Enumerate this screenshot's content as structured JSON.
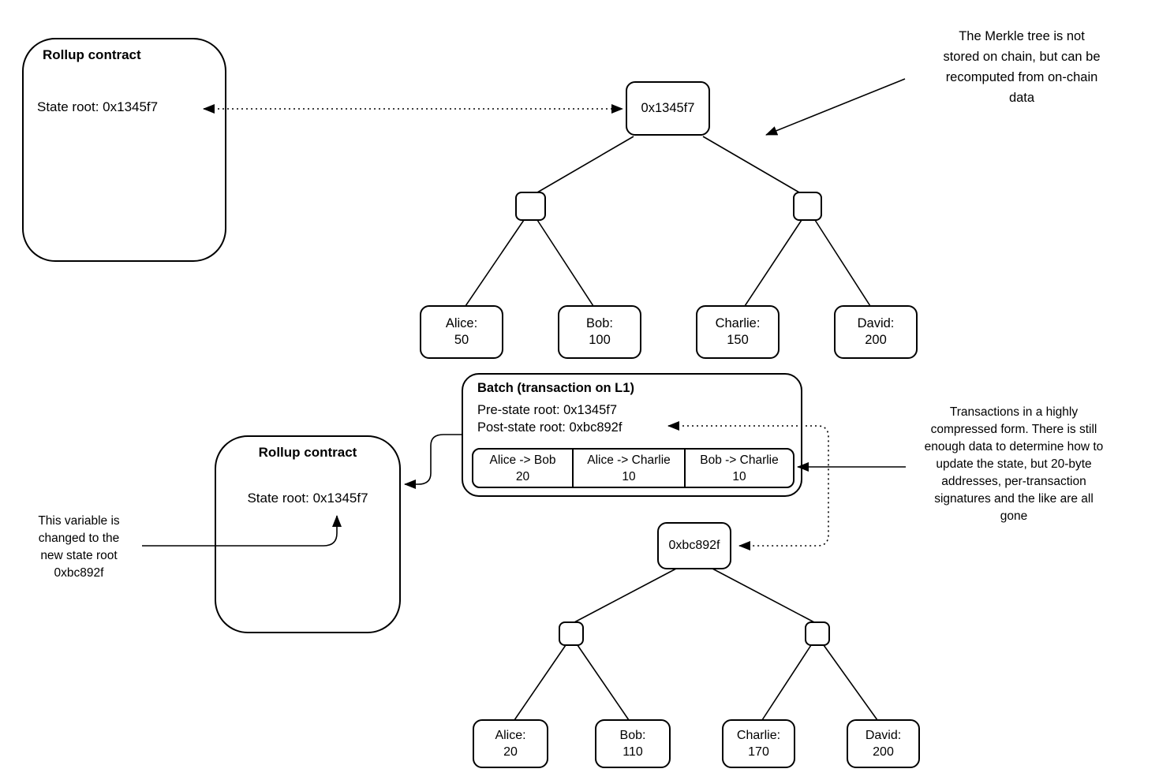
{
  "colors": {
    "stroke": "#000000",
    "background": "#ffffff"
  },
  "rollup_contract_top": {
    "title": "Rollup contract",
    "state_root": "State root: 0x1345f7"
  },
  "annotation_merkle": {
    "lines": [
      "The Merkle tree is not",
      "stored on chain, but can be",
      "recomputed from on-chain",
      "data"
    ]
  },
  "tree_pre": {
    "root": "0x1345f7",
    "leaves": [
      {
        "name": "Alice:",
        "value": "50"
      },
      {
        "name": "Bob:",
        "value": "100"
      },
      {
        "name": "Charlie:",
        "value": "150"
      },
      {
        "name": "David:",
        "value": "200"
      }
    ]
  },
  "batch": {
    "title": "Batch (transaction on L1)",
    "pre_state_root": "Pre-state root: 0x1345f7",
    "post_state_root": "Post-state root: 0xbc892f",
    "transactions": [
      {
        "label": "Alice -> Bob",
        "amount": "20"
      },
      {
        "label": "Alice -> Charlie",
        "amount": "10"
      },
      {
        "label": "Bob -> Charlie",
        "amount": "10"
      }
    ]
  },
  "annotation_compressed": {
    "lines": [
      "Transactions in a highly",
      "compressed form. There is still",
      "enough data to determine how to",
      "update the state, but 20-byte",
      "addresses, per-transaction",
      "signatures and the like are all",
      "gone"
    ]
  },
  "rollup_contract_bottom": {
    "title": "Rollup contract",
    "state_root": "State root: 0x1345f7"
  },
  "annotation_variable": {
    "lines": [
      "This variable is",
      "changed to the",
      "new state root",
      "0xbc892f"
    ]
  },
  "tree_post": {
    "root": "0xbc892f",
    "leaves": [
      {
        "name": "Alice:",
        "value": "20"
      },
      {
        "name": "Bob:",
        "value": "110"
      },
      {
        "name": "Charlie:",
        "value": "170"
      },
      {
        "name": "David:",
        "value": "200"
      }
    ]
  }
}
